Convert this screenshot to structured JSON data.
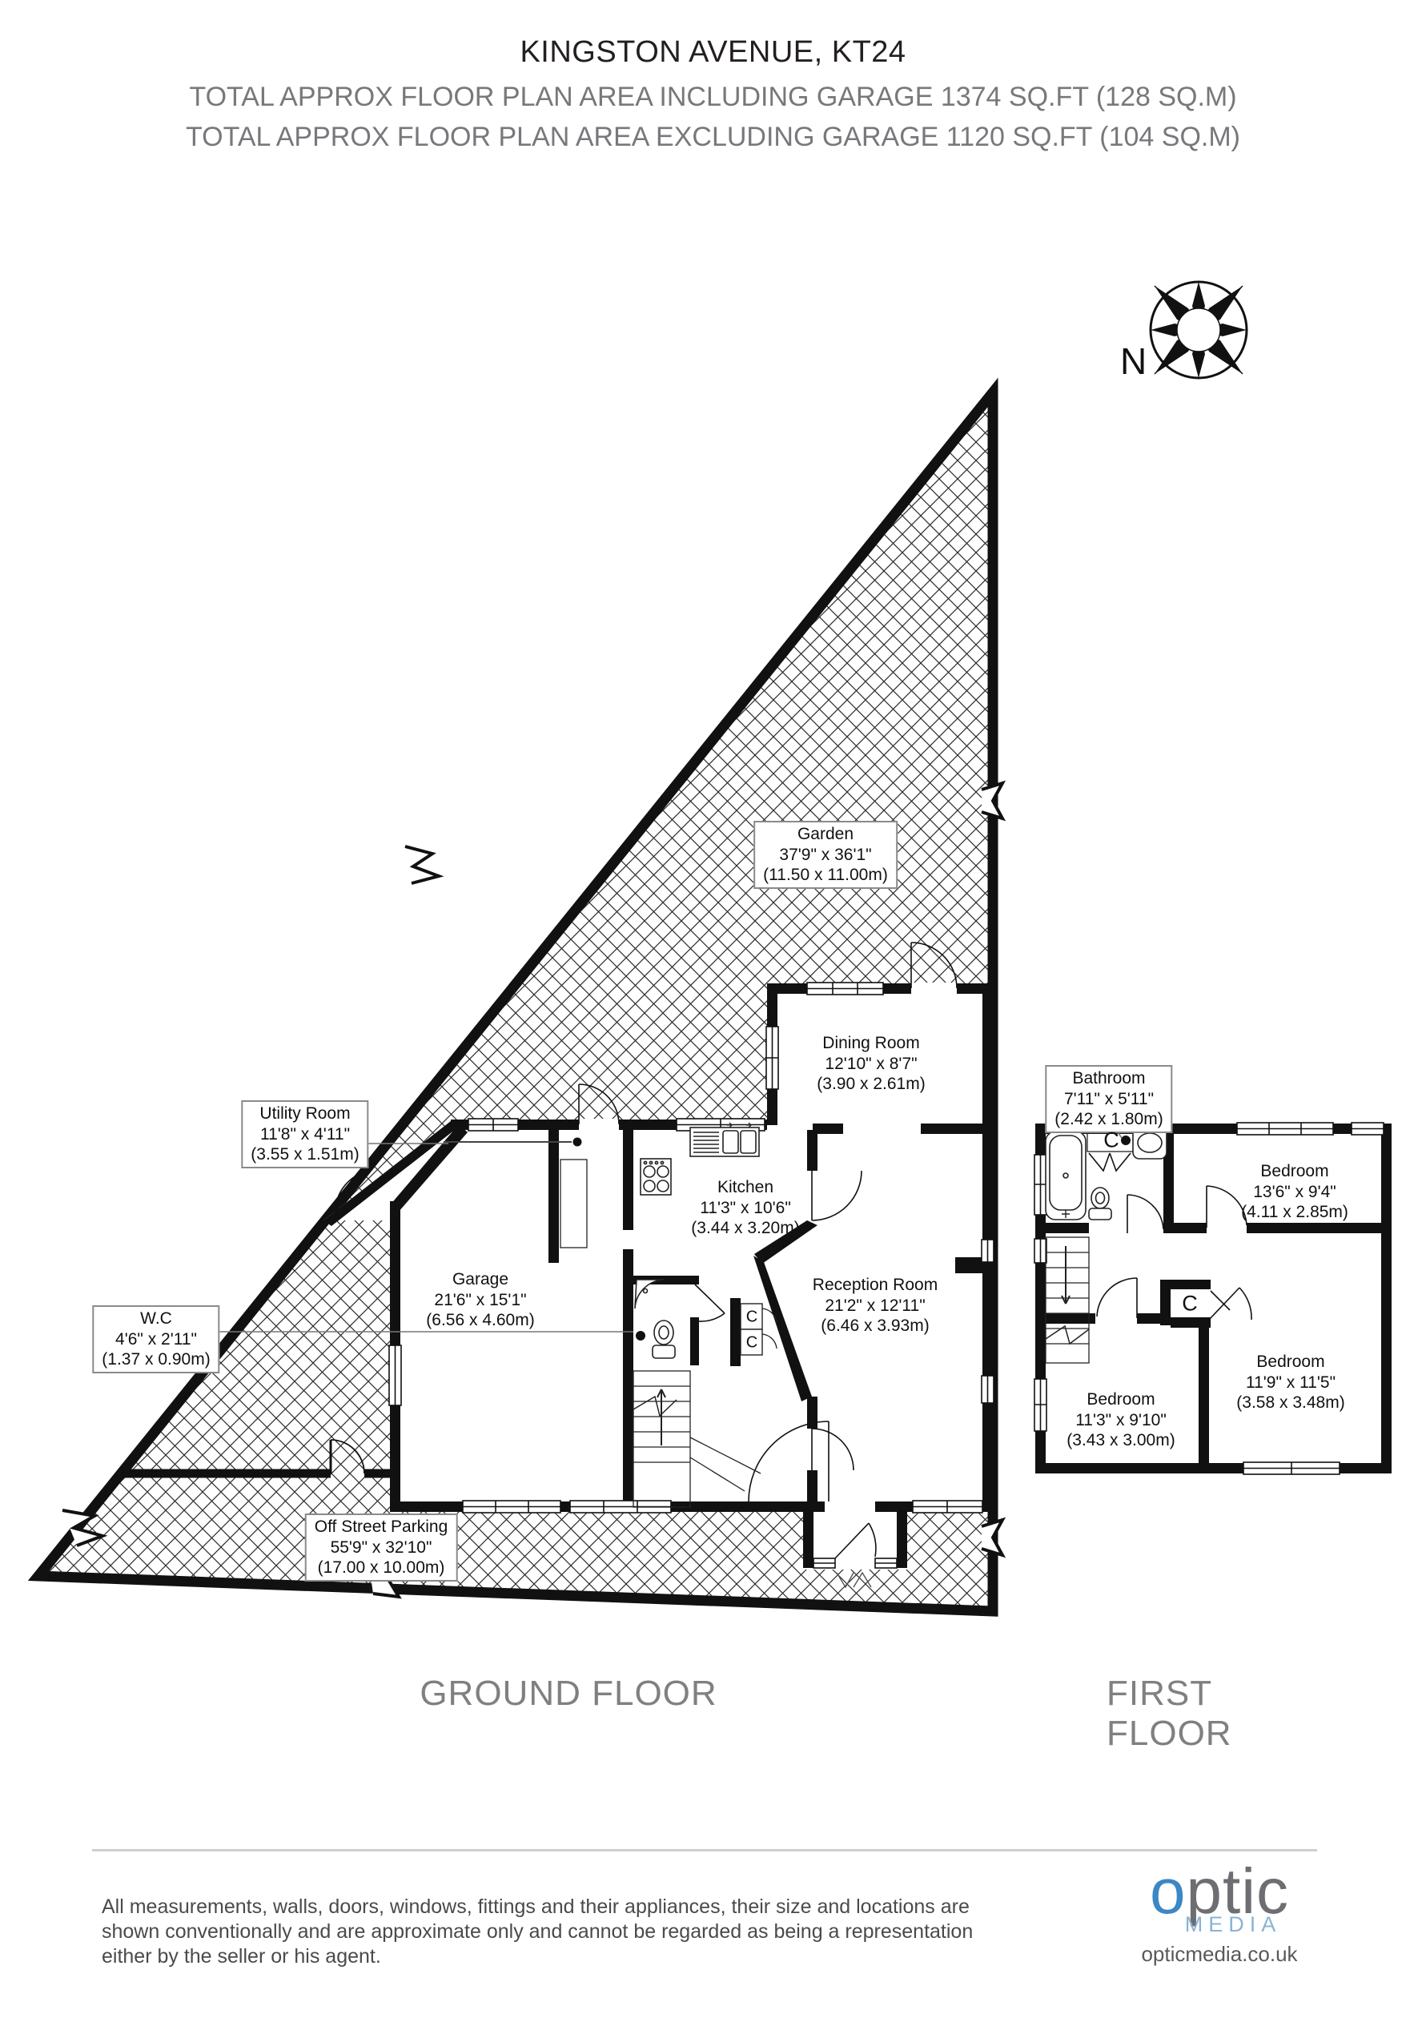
{
  "header": {
    "title": "KINGSTON AVENUE, KT24",
    "subtitle1": "TOTAL APPROX FLOOR PLAN AREA INCLUDING GARAGE 1374 SQ.FT (128 SQ.M)",
    "subtitle2": "TOTAL APPROX FLOOR PLAN AREA EXCLUDING GARAGE 1120 SQ.FT (104 SQ.M)"
  },
  "compass": {
    "north_label": "N"
  },
  "ground_floor": {
    "label": "GROUND FLOOR",
    "cupboard_label": "C",
    "rooms": {
      "garden": {
        "name": "Garden",
        "imperial": "37'9\" x 36'1\"",
        "metric": "(11.50 x 11.00m)"
      },
      "dining_room": {
        "name": "Dining Room",
        "imperial": "12'10\" x 8'7\"",
        "metric": "(3.90 x 2.61m)"
      },
      "kitchen": {
        "name": "Kitchen",
        "imperial": "11'3\" x 10'6\"",
        "metric": "(3.44 x 3.20m)"
      },
      "reception_room": {
        "name": "Reception Room",
        "imperial": "21'2\" x 12'11\"",
        "metric": "(6.46 x 3.93m)"
      },
      "garage": {
        "name": "Garage",
        "imperial": "21'6\" x 15'1\"",
        "metric": "(6.56 x 4.60m)"
      },
      "utility_room": {
        "name": "Utility Room",
        "imperial": "11'8\" x 4'11\"",
        "metric": "(3.55 x 1.51m)"
      },
      "wc": {
        "name": "W.C",
        "imperial": "4'6\" x 2'11\"",
        "metric": "(1.37 x 0.90m)"
      },
      "off_street_parking": {
        "name": "Off Street Parking",
        "imperial": "55'9\" x 32'10\"",
        "metric": "(17.00 x 10.00m)"
      }
    }
  },
  "first_floor": {
    "label": "FIRST FLOOR",
    "cupboard_label": "C",
    "rooms": {
      "bathroom": {
        "name": "Bathroom",
        "imperial": "7'11\" x 5'11\"",
        "metric": "(2.42 x 1.80m)"
      },
      "bedroom_1": {
        "name": "Bedroom",
        "imperial": "13'6\" x 9'4\"",
        "metric": "(4.11 x 2.85m)"
      },
      "bedroom_2": {
        "name": "Bedroom",
        "imperial": "11'9\" x 11'5\"",
        "metric": "(3.58 x 3.48m)"
      },
      "bedroom_3": {
        "name": "Bedroom",
        "imperial": "11'3\" x 9'10\"",
        "metric": "(3.43 x 3.00m)"
      }
    }
  },
  "footer": {
    "disclaimer_line1": "All measurements, walls, doors, windows, fittings and their appliances, their size and locations are",
    "disclaimer_line2": "shown conventionally and are approximate only and cannot be regarded as being a representation",
    "disclaimer_line3": "either by the seller or his agent.",
    "logo": {
      "brand_first_letter": "o",
      "brand_rest": "ptic",
      "brand_sub": "MEDIA",
      "website": "opticmedia.co.uk",
      "blue": "#3c87c4",
      "light_blue": "#8ab4d6",
      "gray": "#6d6e71"
    }
  }
}
